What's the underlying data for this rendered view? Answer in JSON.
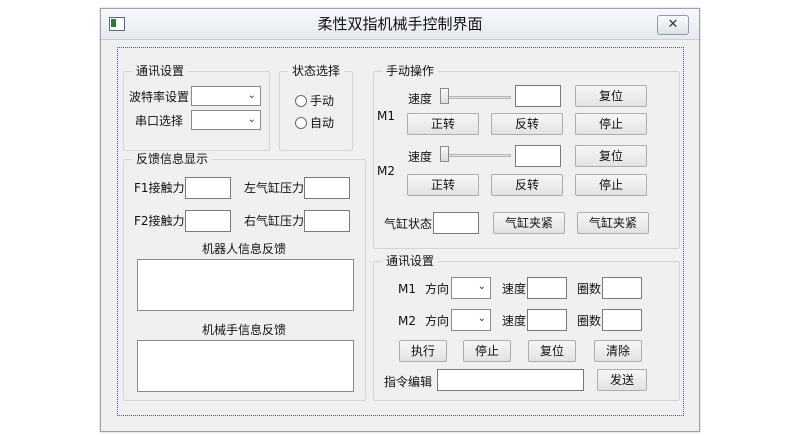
{
  "window": {
    "title": "柔性双指机械手控制界面",
    "close_glyph": "✕"
  },
  "comm_group": {
    "title": "通讯设置",
    "baud_label": "波特率设置",
    "port_label": "串口选择",
    "baud_value": "",
    "port_value": ""
  },
  "state_group": {
    "title": "状态选择",
    "manual_label": "手动",
    "auto_label": "自动"
  },
  "manual_group": {
    "title": "手动操作",
    "m1": {
      "label": "M1",
      "speed_label": "速度",
      "speed_value": "",
      "reset_label": "复位",
      "forward_label": "正转",
      "reverse_label": "反转",
      "stop_label": "停止"
    },
    "m2": {
      "label": "M2",
      "speed_label": "速度",
      "speed_value": "",
      "reset_label": "复位",
      "forward_label": "正转",
      "reverse_label": "反转",
      "stop_label": "停止"
    },
    "cylinder_state_label": "气缸状态",
    "cylinder_state_value": "",
    "clamp_button_1": "气缸夹紧",
    "clamp_button_2": "气缸夹紧"
  },
  "feedback_group": {
    "title": "反馈信息显示",
    "f1_label": "F1接触力",
    "f2_label": "F2接触力",
    "left_pressure_label": "左气缸压力",
    "right_pressure_label": "右气缸压力",
    "robot_feedback_label": "机器人信息反馈",
    "hand_feedback_label": "机械手信息反馈"
  },
  "cmd_group": {
    "title": "通讯设置",
    "m1": {
      "label": "M1",
      "direction_label": "方向",
      "speed_label": "速度",
      "turns_label": "圈数"
    },
    "m2": {
      "label": "M2",
      "direction_label": "方向",
      "speed_label": "速度",
      "turns_label": "圈数"
    },
    "execute_label": "执行",
    "stop_label": "停止",
    "reset_label": "复位",
    "clear_label": "清除",
    "cmd_edit_label": "指令编辑",
    "send_label": "发送"
  }
}
